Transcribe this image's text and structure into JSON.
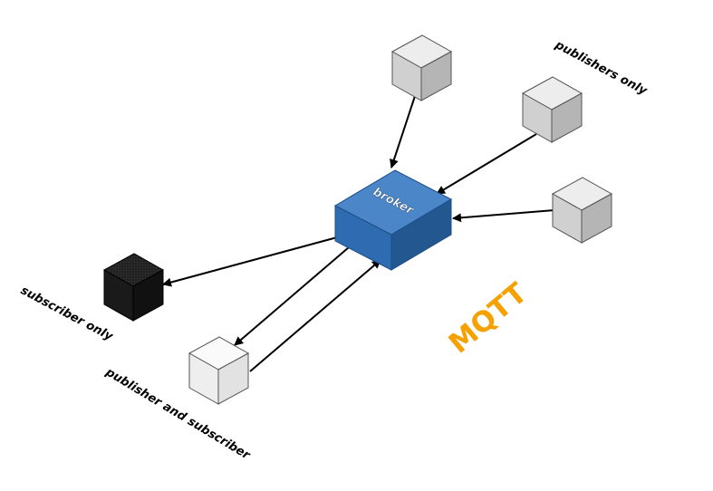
{
  "diagram": {
    "broker": {
      "label": "broker",
      "color": "#2f6aad"
    },
    "title": {
      "text": "MQTT",
      "color": "#f5a100"
    },
    "groups": {
      "publishers": "publishers only",
      "subscriber": "subscriber only",
      "pubsub": "publisher and subscriber"
    },
    "colors": {
      "publisher_cube": "#d4d4d4",
      "subscriber_cube": "#202020",
      "pubsub_cube": "#f0f0f0",
      "arrow": "#000000"
    }
  }
}
